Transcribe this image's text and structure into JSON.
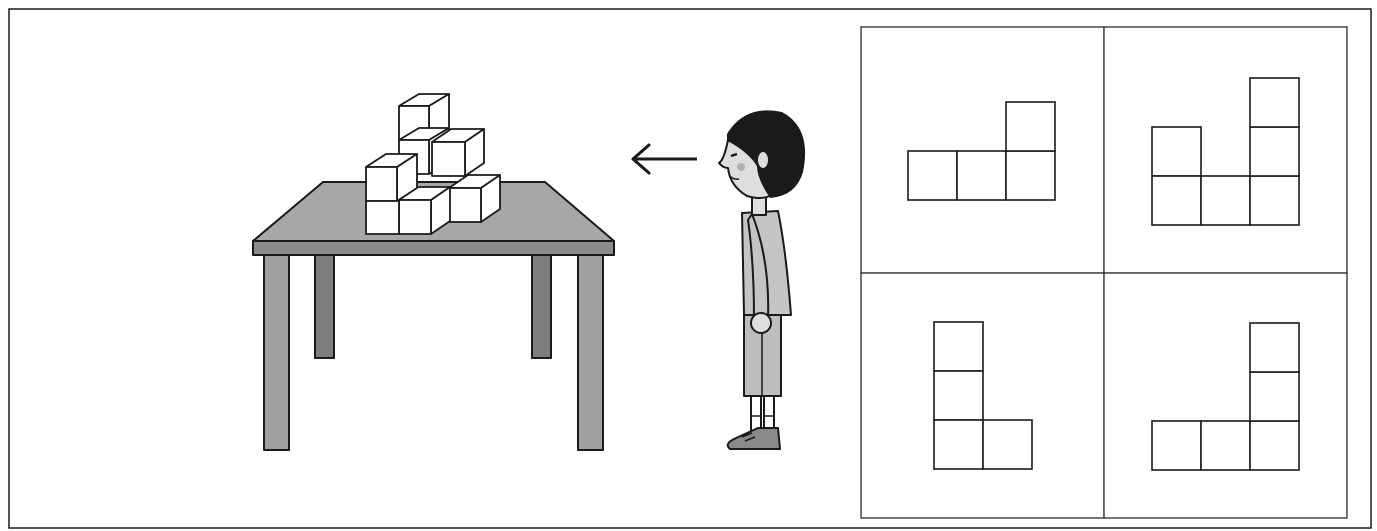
{
  "colors": {
    "line": "#1a1a1a",
    "table_top": "#a7a7a7",
    "table_front": "#8c8c8c",
    "table_leg": "#a0a0a0",
    "table_leg_back": "#7d7d7d",
    "shirt": "#c4c4c4",
    "shorts": "#bdbdbd",
    "shoe": "#8a8a8a",
    "hair": "#1a1a1a",
    "skin": "#dedede",
    "background": "#ffffff"
  },
  "icons": {
    "viewing_direction": "arrow-left-icon"
  },
  "options": [
    {
      "cells": [
        [
          0,
          1
        ],
        [
          1,
          1
        ],
        [
          2,
          1
        ],
        [
          2,
          0
        ]
      ]
    },
    {
      "cells": [
        [
          0,
          1
        ],
        [
          0,
          2
        ],
        [
          1,
          2
        ],
        [
          2,
          2
        ],
        [
          2,
          1
        ],
        [
          2,
          0
        ]
      ]
    },
    {
      "cells": [
        [
          0,
          0
        ],
        [
          0,
          1
        ],
        [
          0,
          2
        ],
        [
          1,
          2
        ]
      ]
    },
    {
      "cells": [
        [
          0,
          2
        ],
        [
          1,
          2
        ],
        [
          2,
          2
        ],
        [
          2,
          1
        ],
        [
          2,
          0
        ]
      ]
    }
  ]
}
